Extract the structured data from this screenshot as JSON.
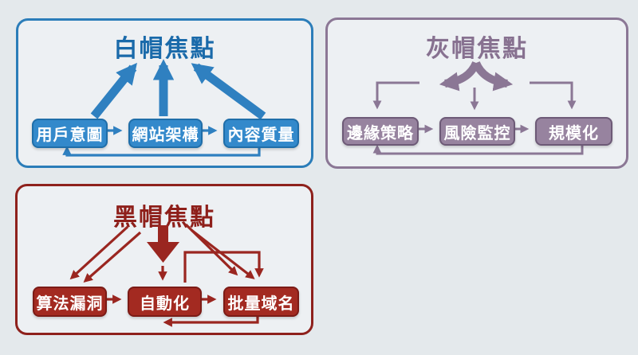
{
  "colors": {
    "page_bg": "#e4e9ec",
    "panel_bg": "#edf0f3",
    "blue_frame": "#2b7db9",
    "blue_box": "#3389cb",
    "blue_box_border": "#1f6ea9",
    "blue_title": "#1a6aaa",
    "blue_line": "#2f80c0",
    "gray_frame": "#8b7795",
    "gray_box": "#97839f",
    "gray_box_border": "#6d5a77",
    "gray_title": "#877190",
    "gray_line": "#8b7795",
    "red_frame": "#8e211c",
    "red_box": "#a32a21",
    "red_box_border": "#7c1b16",
    "red_title": "#8e1f1a",
    "red_line": "#9a2620",
    "node_text": "#ffffff"
  },
  "panels": [
    {
      "id": "white-hat",
      "title": "白帽焦點",
      "nodes": [
        "用戶意圖",
        "網站架構",
        "內容質量"
      ]
    },
    {
      "id": "gray-hat",
      "title": "灰帽焦點",
      "nodes": [
        "邊緣策略",
        "風險監控",
        "規模化"
      ]
    },
    {
      "id": "black-hat",
      "title": "黑帽焦點",
      "nodes": [
        "算法漏洞",
        "自動化",
        "批量域名"
      ]
    }
  ]
}
